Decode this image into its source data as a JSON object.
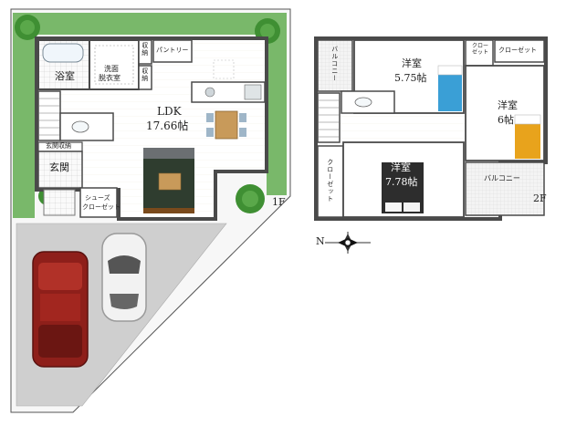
{
  "floor1": {
    "label": "1F",
    "rooms": {
      "bath": "浴室",
      "washroom_line1": "洗面",
      "washroom_line2": "脱衣室",
      "storage_top": "収納",
      "storage_bottom": "収納",
      "pantry": "パントリー",
      "ldk_name": "LDK",
      "ldk_size": "17.66帖",
      "entrance_storage": "玄関収納",
      "entrance": "玄関",
      "shoe_closet_line1": "シューズ",
      "shoe_closet_line2": "クローゼット"
    }
  },
  "floor2": {
    "label": "2F",
    "rooms": {
      "balcony_top": "バルコニー",
      "western_top_name": "洋室",
      "western_top_size": "5.75帖",
      "closet_small": "クロー\nゼット",
      "closet_top": "クローゼット",
      "western_right_name": "洋室",
      "western_right_size": "6帖",
      "closet_left": "クローゼット",
      "master_name": "洋室",
      "master_size": "7.78帖",
      "balcony_bottom": "バルコニー"
    }
  },
  "compass": {
    "north_label": "N"
  },
  "colors": {
    "wall": "#4a4a4a",
    "grass": "#3f8f33",
    "parking": "#cfcfcf",
    "car_red": "#8e1f1a",
    "car_white": "#f2f2f2",
    "bed_blue": "#3a9fd6",
    "bed_yellow": "#e8a31c",
    "rug_green": "#2f3d2f",
    "table_wood": "#c89a5a"
  }
}
